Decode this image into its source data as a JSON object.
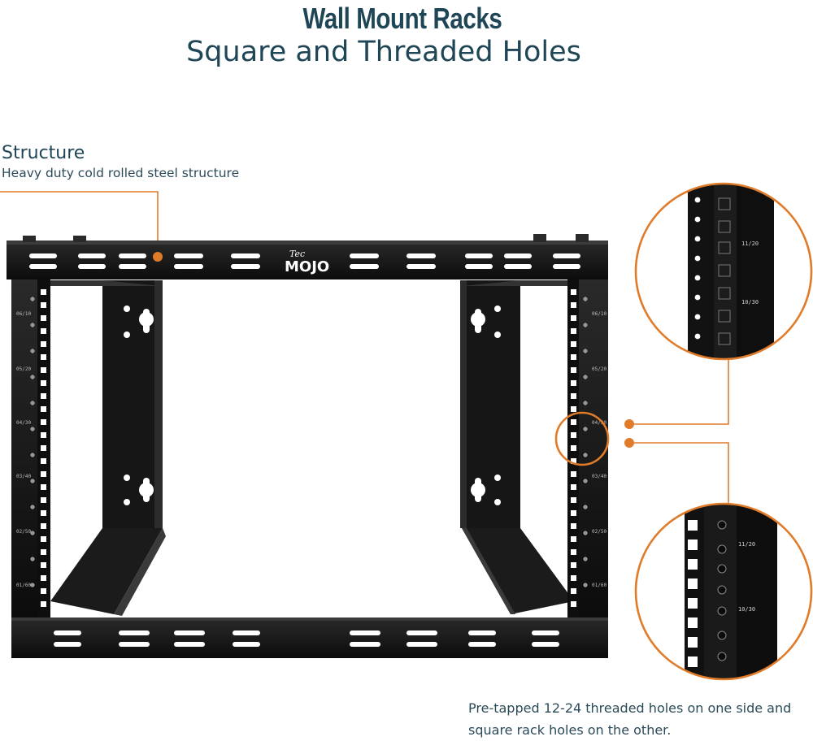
{
  "header": {
    "title": "Wall Mount Racks",
    "subtitle": "Square and Threaded Holes"
  },
  "structure": {
    "heading": "Structure",
    "description": "Heavy duty cold rolled steel structure"
  },
  "brand": {
    "top": "Tec",
    "bottom": "MOJO"
  },
  "holes_caption": "Pre-tapped 12-24 threaded holes on one side and square rack holes on the other.",
  "rail_marks_left": [
    "06/10",
    "05/20",
    "04/30",
    "03/40",
    "02/50",
    "01/60"
  ],
  "rail_marks_right": [
    "06/10",
    "05/20",
    "04/30",
    "03/40",
    "02/50",
    "01/60"
  ],
  "zoom_top_marks": [
    "11/20",
    "10/30"
  ],
  "zoom_bottom_marks": [
    "11/20",
    "10/30"
  ],
  "colors": {
    "accent": "#e07b2a",
    "text": "#1f4657",
    "steel": "#151515"
  }
}
